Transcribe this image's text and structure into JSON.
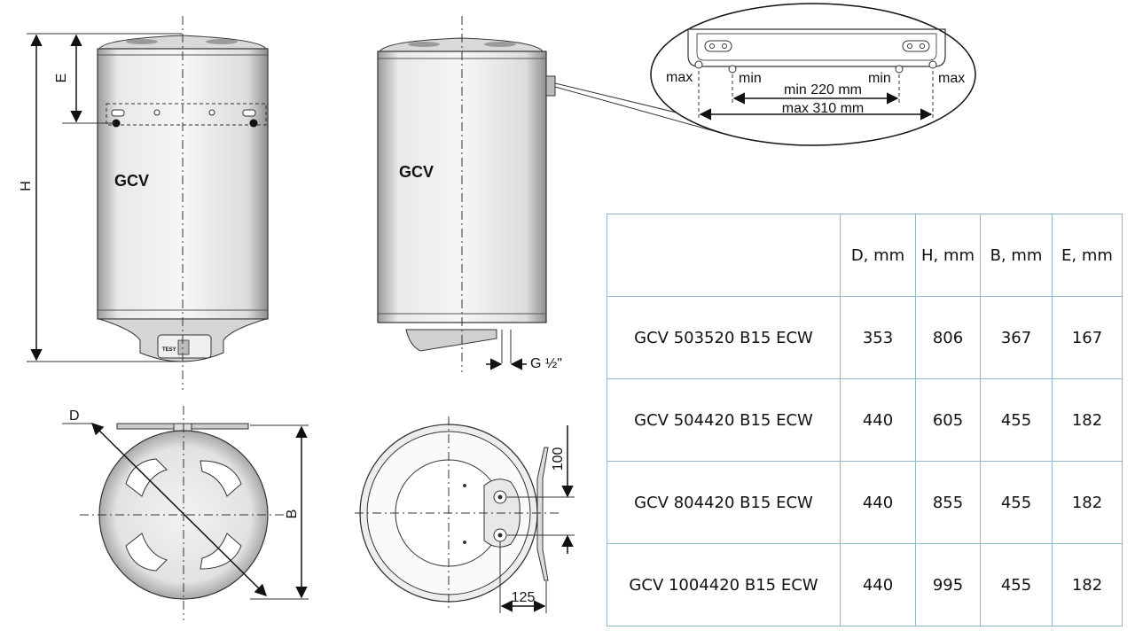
{
  "drawing": {
    "front_view_label": "GCV",
    "side_view_label": "GCV",
    "dims": {
      "H": "H",
      "E": "E",
      "D": "D",
      "B": "B",
      "G": "G ½\"",
      "d100": "100",
      "d125": "125"
    },
    "bracket_detail": {
      "max_left": "max",
      "min_left": "min",
      "min_right": "min",
      "max_right": "max",
      "min_span": "min 220 mm",
      "max_span": "max 310 mm"
    }
  },
  "table": {
    "headers": [
      "",
      "D, mm",
      "H, mm",
      "B, mm",
      "E, mm"
    ],
    "rows": [
      [
        "GCV 503520  B15 ECW",
        "353",
        "806",
        "367",
        "167"
      ],
      [
        "GCV 504420  B15 ECW",
        "440",
        "605",
        "455",
        "182"
      ],
      [
        "GCV 804420  B15 ECW",
        "440",
        "855",
        "455",
        "182"
      ],
      [
        "GCV 1004420  B15 ECW",
        "440",
        "995",
        "455",
        "182"
      ]
    ]
  }
}
